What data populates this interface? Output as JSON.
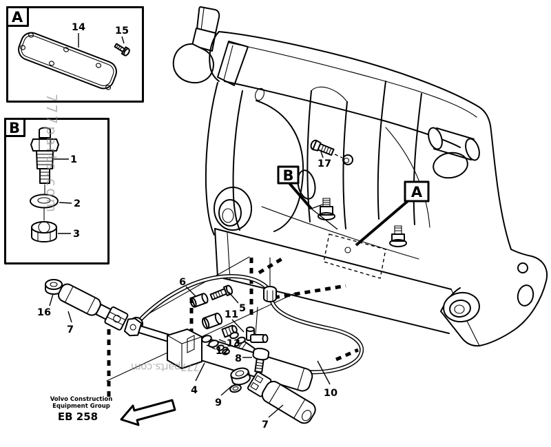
{
  "diagram": {
    "boxes": {
      "a": "A",
      "b": "B"
    },
    "frame_markers": {
      "a": "A",
      "b": "B"
    },
    "callouts": {
      "n1": "1",
      "n2": "2",
      "n3": "3",
      "n4": "4",
      "n5": "5",
      "n6": "6",
      "n7": "7",
      "n7b": "7",
      "n8": "8",
      "n9": "9",
      "n10": "10",
      "n11": "11",
      "n12": "12",
      "n13": "13",
      "n14": "14",
      "n15": "15",
      "n16": "16",
      "n17": "17"
    },
    "watermarks": {
      "left_vertical": "777parts.com",
      "center_inverted": "777parts.com"
    },
    "footer": {
      "org_line1": "Volvo Construction",
      "org_line2": "Equipment Group",
      "code": "EB 258"
    },
    "colors": {
      "ink": "#000000",
      "paper": "#ffffff",
      "watermark": "#8c8c8c"
    }
  }
}
